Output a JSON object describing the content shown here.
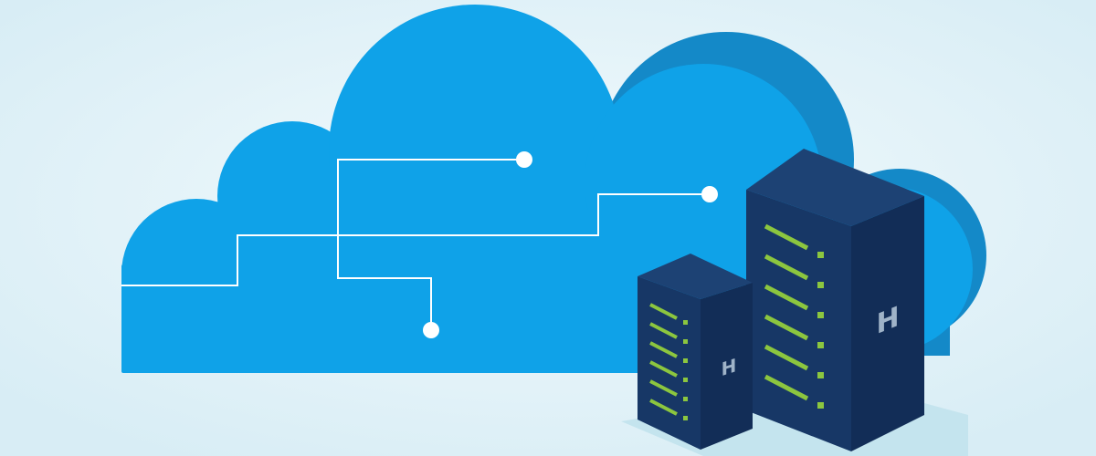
{
  "illustration": {
    "subject": "cloud-hosting",
    "server_logo_letter": "H",
    "large_server_indicator_rows": 6,
    "small_server_indicator_rows": 6
  },
  "colors": {
    "background": "#e3f2f8",
    "cloud_front": "#0fa2e8",
    "cloud_back": "#1489c8",
    "server_top": "#1d4274",
    "server_front": "#173766",
    "server_side": "#122d57",
    "indicator": "#8cc63f",
    "circuit": "#ffffff"
  }
}
